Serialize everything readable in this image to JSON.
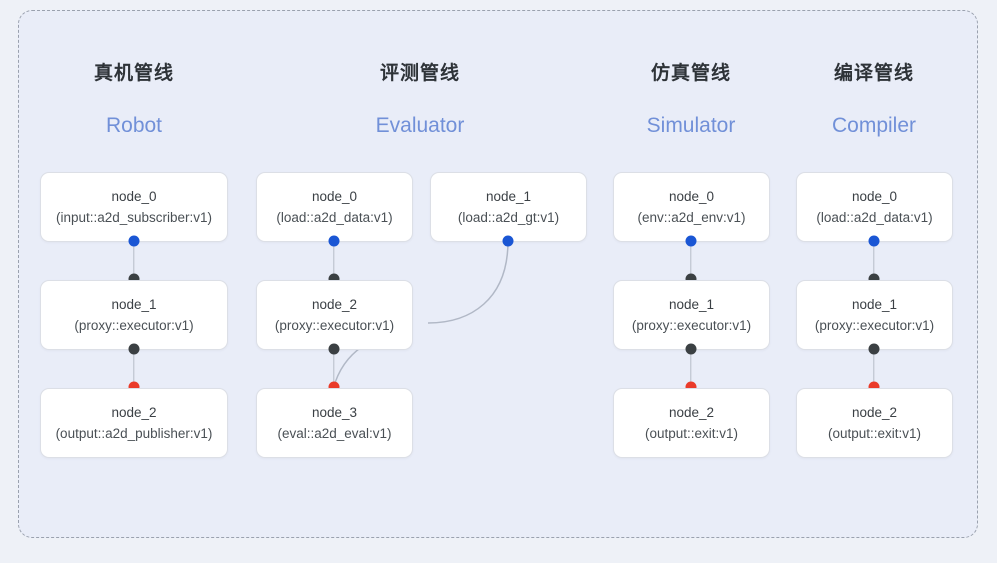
{
  "panel": {
    "background_color": "#e9edf8",
    "border_color": "#9aa1ae",
    "page_background": "#eef1f7"
  },
  "colors": {
    "input_port": "#1a56d4",
    "mid_port": "#3b4043",
    "output_port": "#ea3b2a",
    "edge": "#b1b8c6",
    "heading_cn": "#2e3338",
    "heading_en": "#7190d8",
    "node_fill": "#ffffff",
    "node_border": "#dcdfe6"
  },
  "columns": [
    {
      "cn": "真机管线",
      "en": "Robot"
    },
    {
      "cn": "评测管线",
      "en": "Evaluator"
    },
    {
      "cn": "仿真管线",
      "en": "Simulator"
    },
    {
      "cn": "编译管线",
      "en": "Compiler"
    }
  ],
  "nodes": {
    "robot": [
      {
        "title": "node_0",
        "sub": "(input::a2d_subscriber:v1)"
      },
      {
        "title": "node_1",
        "sub": "(proxy::executor:v1)"
      },
      {
        "title": "node_2",
        "sub": "(output::a2d_publisher:v1)"
      }
    ],
    "evaluator": [
      {
        "title": "node_0",
        "sub": "(load::a2d_data:v1)"
      },
      {
        "title": "node_1",
        "sub": "(load::a2d_gt:v1)"
      },
      {
        "title": "node_2",
        "sub": "(proxy::executor:v1)"
      },
      {
        "title": "node_3",
        "sub": "(eval::a2d_eval:v1)"
      }
    ],
    "simulator": [
      {
        "title": "node_0",
        "sub": "(env::a2d_env:v1)"
      },
      {
        "title": "node_1",
        "sub": "(proxy::executor:v1)"
      },
      {
        "title": "node_2",
        "sub": "(output::exit:v1)"
      }
    ],
    "compiler": [
      {
        "title": "node_0",
        "sub": "(load::a2d_data:v1)"
      },
      {
        "title": "node_1",
        "sub": "(proxy::executor:v1)"
      },
      {
        "title": "node_2",
        "sub": "(output::exit:v1)"
      }
    ]
  }
}
